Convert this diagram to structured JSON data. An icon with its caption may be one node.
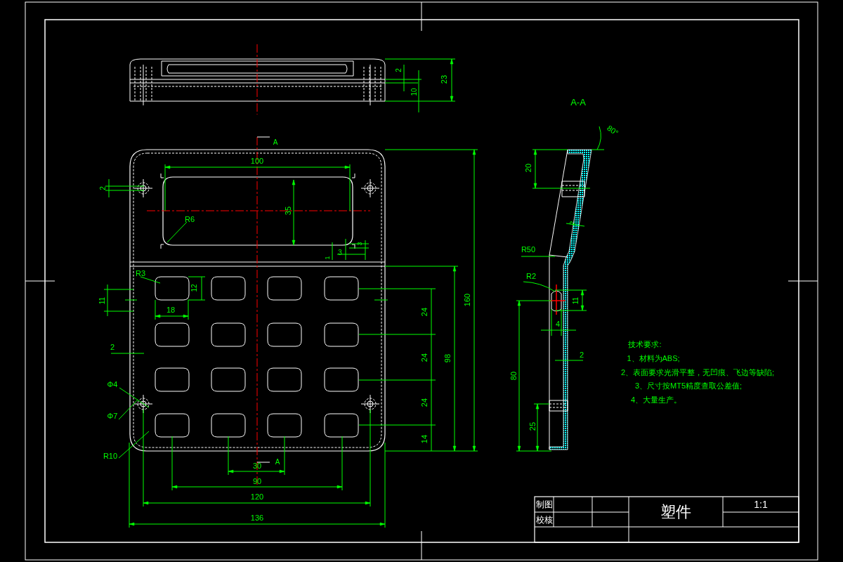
{
  "diagram": {
    "title": "塑件",
    "labels": [
      "2",
      "10",
      "23",
      "A",
      "A-A",
      "80°",
      "100",
      "2",
      "35",
      "R6",
      "1",
      "3",
      "3",
      "20",
      "2",
      "R50",
      "R3",
      "12",
      "160",
      "R2",
      "11",
      "11",
      "18",
      "24",
      "4",
      "技术要求:",
      "1、材料为ABS;",
      "2、表面要求光滑平整，无凹痕、飞边等缺陷;",
      "2",
      "24",
      "98",
      "2",
      "3、尺寸按MT5精度查取公差值;",
      "4、大量生产。",
      "80",
      "Φ4",
      "24",
      "Φ7",
      "25",
      "14",
      "R10",
      "30",
      "A",
      "90",
      "120",
      "136",
      "制图",
      "1:1",
      "校核"
    ]
  }
}
